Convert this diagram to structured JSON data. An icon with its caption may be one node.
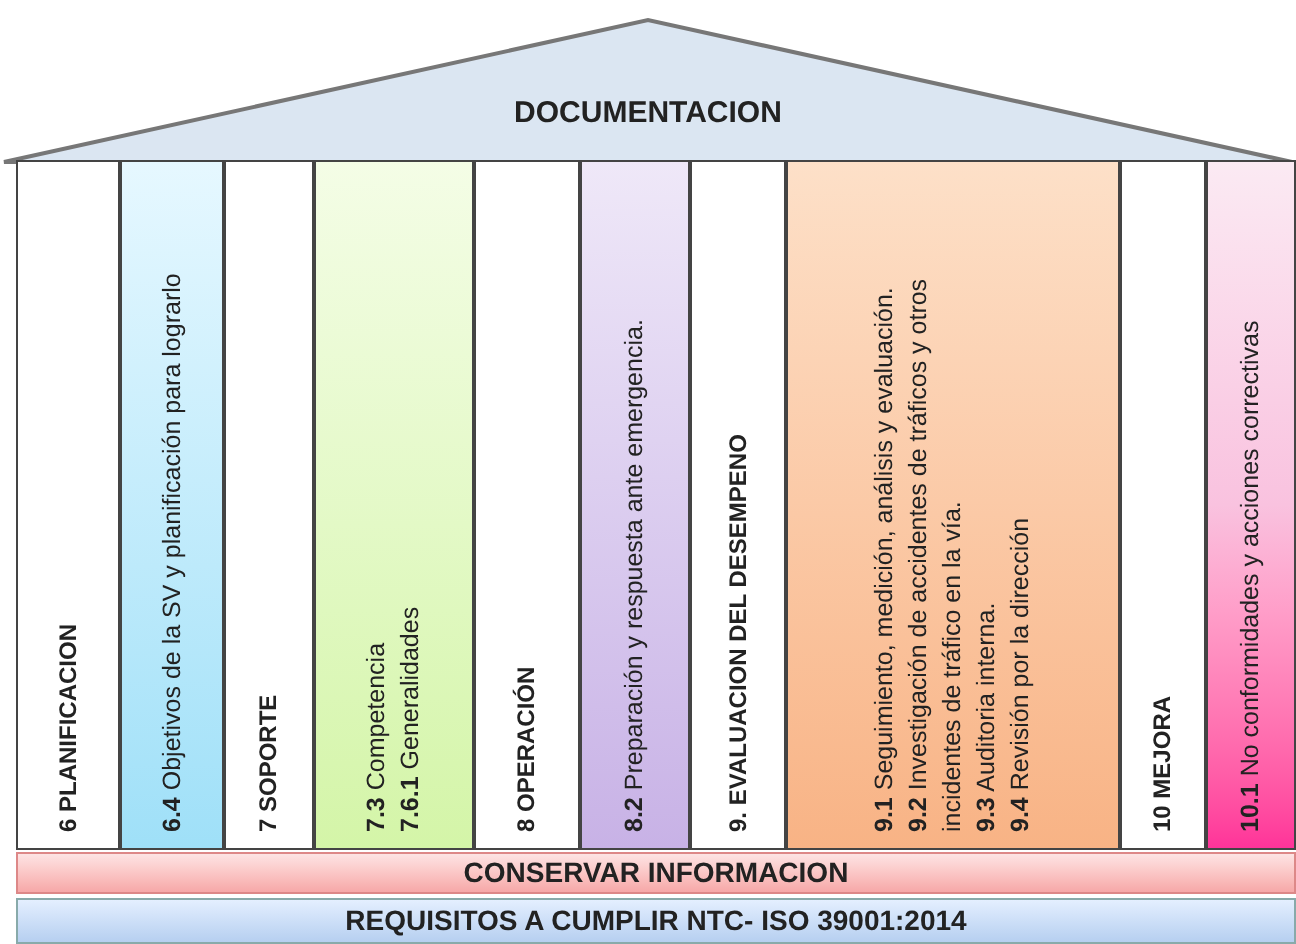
{
  "diagram": {
    "nodes": [
      {
        "text": [
          "DOCUMENTACION"
        ]
      },
      {
        "text": [
          "6 PLANIFICACION"
        ]
      },
      {
        "text": [
          "**6.4** Objetivos de la SV y planificación para lograrlo"
        ]
      },
      {
        "text": [
          "7 SOPORTE"
        ]
      },
      {
        "text": [
          "**7.3** Competencia",
          "**7.6.1** Generalidades"
        ]
      },
      {
        "text": [
          "8 OPERACIÓN"
        ]
      },
      {
        "text": [
          "**8.2** Preparación y respuesta ante emergencia."
        ]
      },
      {
        "text": [
          "9. EVALUACION DEL DESEMPENO"
        ]
      },
      {
        "text": [
          "**9.1** Seguimiento, medición, análisis y evaluación.",
          "**9.2** Investigación de accidentes de tráficos y otros incidentes de tráfico en la vía.",
          "**9.3** Auditoria interna.",
          "**9.4** Revisión por la dirección"
        ]
      },
      {
        "text": [
          "10 MEJORA"
        ]
      },
      {
        "text": [
          "**10.1** No conformidades y acciones correctivas"
        ]
      },
      {
        "text": [
          "CONSERVAR INFORMACION"
        ]
      },
      {
        "text": [
          "REQUISITOS A CUMPLIR NTC- ISO 39001:2014"
        ]
      }
    ]
  }
}
